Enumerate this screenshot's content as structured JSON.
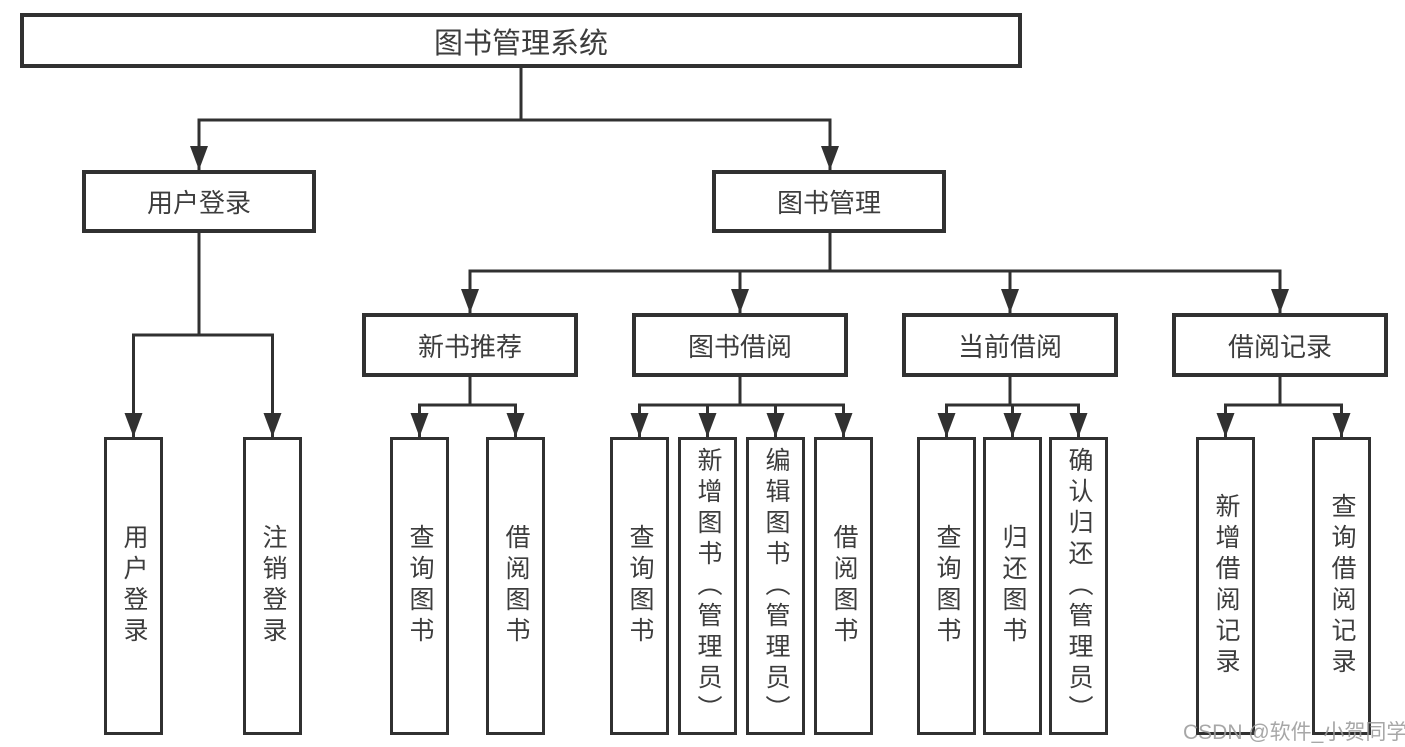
{
  "diagram_title": "图书管理系统",
  "tree": {
    "label": "图书管理系统",
    "children": [
      {
        "label": "用户登录",
        "children": [
          {
            "label": "用户登录"
          },
          {
            "label": "注销登录"
          }
        ]
      },
      {
        "label": "图书管理",
        "children": [
          {
            "label": "新书推荐",
            "children": [
              {
                "label": "查询图书"
              },
              {
                "label": "借阅图书"
              }
            ]
          },
          {
            "label": "图书借阅",
            "children": [
              {
                "label": "查询图书"
              },
              {
                "label": "新增图书（管理员）"
              },
              {
                "label": "编辑图书（管理员）"
              },
              {
                "label": "借阅图书"
              }
            ]
          },
          {
            "label": "当前借阅",
            "children": [
              {
                "label": "查询图书"
              },
              {
                "label": "归还图书"
              },
              {
                "label": "确认归还（管理员）"
              }
            ]
          },
          {
            "label": "借阅记录",
            "children": [
              {
                "label": "新增借阅记录"
              },
              {
                "label": "查询借阅记录"
              }
            ]
          }
        ]
      }
    ]
  },
  "watermark": {
    "text": "CSDN @软件_小贺同学"
  },
  "colors": {
    "line": "#313131",
    "text": "#3d3d3d",
    "watermark": "#9c9c9c",
    "background": "#ffffff"
  }
}
